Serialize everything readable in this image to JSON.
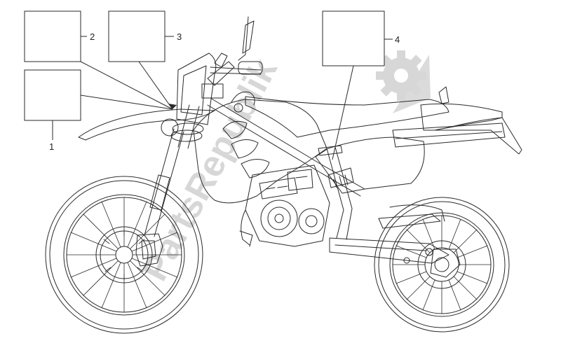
{
  "callouts": [
    {
      "number": "1"
    },
    {
      "number": "2"
    },
    {
      "number": "3"
    },
    {
      "number": "4"
    }
  ],
  "watermark": {
    "text": "PartsRepublik",
    "icon": "gear-icon",
    "color": "#d7d7d7"
  },
  "colors": {
    "line": "#2a2a2a",
    "fill": "#ffffff",
    "watermark": "#d7d7d7"
  }
}
